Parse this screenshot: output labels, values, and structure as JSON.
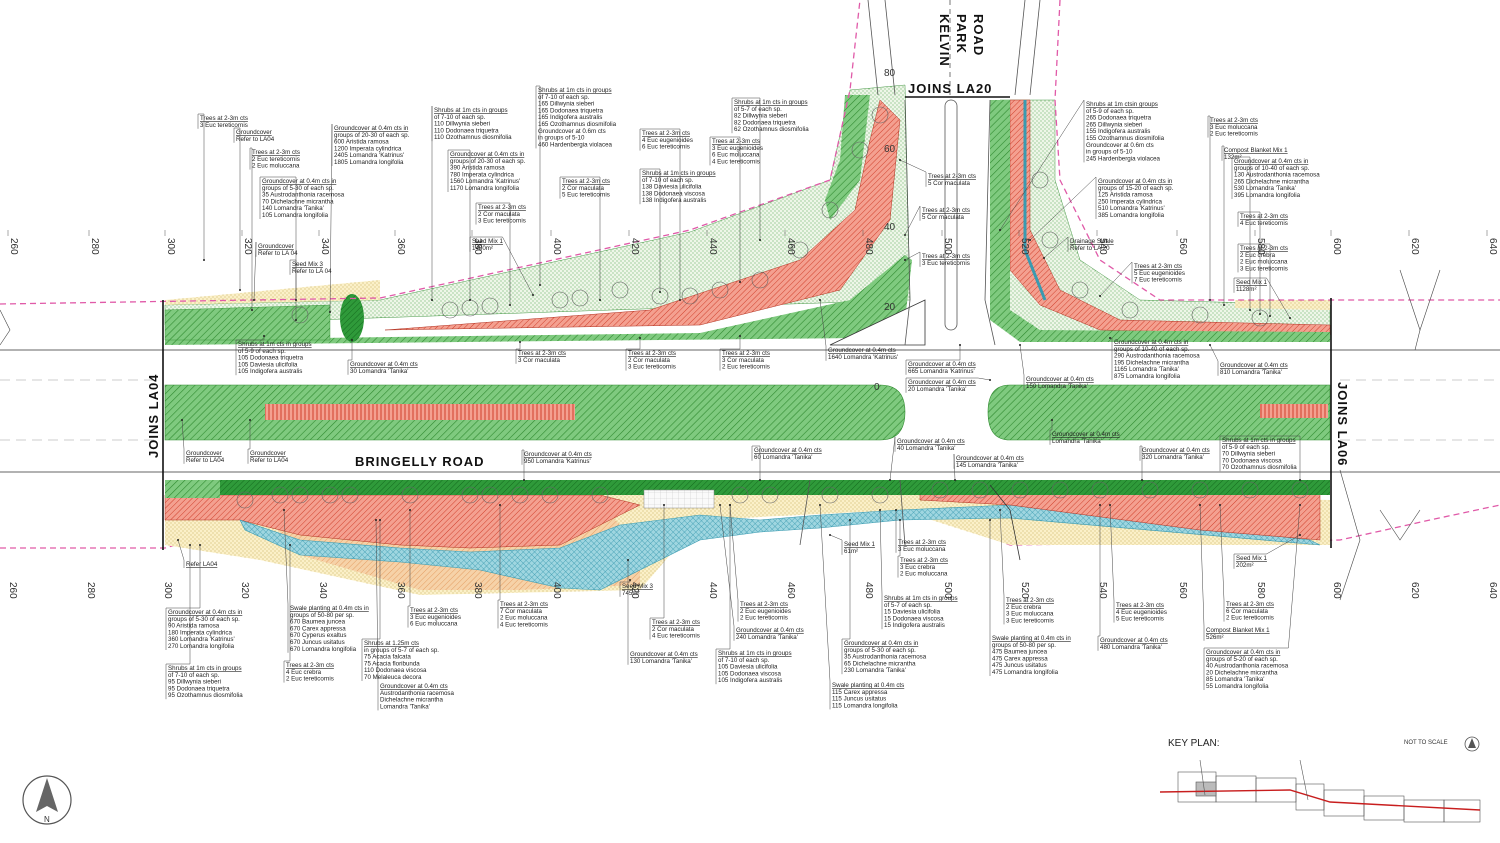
{
  "roads": {
    "bringelly": "BRINGELLY ROAD",
    "kelvin_1": "KELVIN",
    "kelvin_2": "PARK",
    "kelvin_3": "ROAD",
    "joins_la20": "JOINS LA20",
    "joins_la04": "JOINS LA04",
    "joins_la06": "JOINS LA06"
  },
  "chainages": {
    "top": [
      "260",
      "280",
      "300",
      "320",
      "340",
      "360",
      "380",
      "400",
      "420",
      "440",
      "460",
      "480",
      "500",
      "520",
      "540",
      "560",
      "580",
      "600",
      "620",
      "640"
    ],
    "bottom": [
      "260",
      "280",
      "300",
      "320",
      "340",
      "360",
      "380",
      "400",
      "420",
      "440",
      "460",
      "480",
      "500",
      "520",
      "540",
      "560",
      "580",
      "600",
      "620",
      "640"
    ],
    "kelvin": [
      "80",
      "60",
      "40",
      "20",
      "0"
    ]
  },
  "key_plan": {
    "title": "KEY PLAN:",
    "scale": "NOT TO SCALE"
  },
  "north_label": "N",
  "callouts": [
    {
      "id": "c1",
      "lines": [
        "Trees at 2-3m cts",
        "3 Euc tereticornis"
      ]
    },
    {
      "id": "c2",
      "lines": [
        "Groundcover",
        "Refer to LA04"
      ]
    },
    {
      "id": "c3",
      "lines": [
        "Trees at 2-3m cts",
        "2 Euc tereticornis",
        "2 Euc moluccana"
      ]
    },
    {
      "id": "c4",
      "lines": [
        "Groundcover at 0.4m cts in",
        "groups of 5-30 of each sp.",
        "35 Austrodanthonia racemosa",
        "70 Dichelachne micrantha",
        "140 Lomandra 'Tanika'",
        "105 Lomandra longifolia"
      ]
    },
    {
      "id": "c5",
      "lines": [
        "Groundcover at 0.4m cts in",
        "groups of 20-30 of each sp.",
        "600 Aristida ramosa",
        "1200 Imperata cylindrica",
        "2405 Lomandra 'Katrinus'",
        "1805 Lomandra longifolia"
      ]
    },
    {
      "id": "c6",
      "lines": [
        "Shrubs at 1m cts in groups",
        "of 7-10 of each sp.",
        "110 Dillwynia sieberi",
        "110 Dodonaea triquetra",
        "110 Ozothamnus diosmifolia"
      ]
    },
    {
      "id": "c7",
      "lines": [
        "Groundcover at 0.4m cts in",
        "groups of 20-30 of each sp.",
        "390 Aristida ramosa",
        "780 Imperata cylindrica",
        "1560 Lomandra 'Katrinus'",
        "1170 Lomandra longifolia"
      ]
    },
    {
      "id": "c8",
      "lines": [
        "Trees at 2-3m cts",
        "2 Cor maculata",
        "3 Euc tereticornis"
      ]
    },
    {
      "id": "c9",
      "lines": [
        "Seed Mix 1",
        "1480m²"
      ]
    },
    {
      "id": "c10",
      "lines": [
        "Shrubs at 1m cts in groups",
        "of 7-10 of each sp.",
        "165 Dillwynia sieberi",
        "165 Dodonaea triquetra",
        "165 Indigofera australis",
        "165 Ozothamnus diosmifolia",
        "Groundcover at 0.6m cts",
        "in groups of 5-10",
        "460 Hardenbergia violacea"
      ]
    },
    {
      "id": "c11",
      "lines": [
        "Trees at 2-3m cts",
        "2 Cor maculata",
        "5 Euc tereticornis"
      ]
    },
    {
      "id": "c12",
      "lines": [
        "Shrubs at 1m cts in groups",
        "of 7-10 of each sp.",
        "138 Daviesia ulicifolia",
        "138 Dodonaea viscosa",
        "138 Indigofera australis"
      ]
    },
    {
      "id": "c13",
      "lines": [
        "Trees at 2-3m cts",
        "4 Euc eugenioides",
        "6 Euc tereticornis"
      ]
    },
    {
      "id": "c14",
      "lines": [
        "Shrubs at 1m cts in groups",
        "of 5-7 of each sp.",
        "82 Dillwynia sieberi",
        "82 Dodonaea triquetra",
        "62 Ozothamnus diosmifolia"
      ]
    },
    {
      "id": "c15",
      "lines": [
        "Trees at 2-3m cts",
        "3 Euc eugenioides",
        "6 Euc moluccana",
        "4 Euc tereticornis"
      ]
    },
    {
      "id": "c16",
      "lines": [
        "Trees at 2-3m cts",
        "5 Cor maculata"
      ]
    },
    {
      "id": "c17",
      "lines": [
        "Trees at 2-3m cts",
        "5 Cor maculata"
      ]
    },
    {
      "id": "c18",
      "lines": [
        "Trees at 2-3m cts",
        "3 Euc tereticornis"
      ]
    },
    {
      "id": "c19",
      "lines": [
        "Shrubs at 1m ctsin groups",
        "of 5-9 of each sp.",
        "265 Dodonaea triquetra",
        "265 Dillwynia sieberi",
        "155 Indigofera australis",
        "155 Ozothamnus diosmifolia",
        "Groundcover at 0.6m cts",
        "in groups of 5-10",
        "245 Hardenbergia violacea"
      ]
    },
    {
      "id": "c20",
      "lines": [
        "Groundcover at 0.4m cts in",
        "groups of 15-20 of each sp.",
        "125 Aristida ramosa",
        "250 Imperata cylindrica",
        "510 Lomandra 'Katrinus'",
        "385 Lomandra longifolia"
      ]
    },
    {
      "id": "c21",
      "lines": [
        "Drainage Swale",
        "Refer to LA 20"
      ]
    },
    {
      "id": "c22",
      "lines": [
        "Trees at 2-3m cts",
        "5 Euc eugenioides",
        "7 Euc tereticornis"
      ]
    },
    {
      "id": "c23",
      "lines": [
        "Trees at 2-3m cts",
        "3 Euc moluccana",
        "2 Euc tereticornis"
      ]
    },
    {
      "id": "c24",
      "lines": [
        "Compost Blanket Mix 1",
        "132m²"
      ]
    },
    {
      "id": "c25",
      "lines": [
        "Groundcover at 0.4m cts in",
        "groups of 10-40 of each sp.",
        "130 Austrodanthonia racemosa",
        "265 Dichelachne micrantha",
        "530 Lomandra 'Tanika'",
        "395 Lomandra longifolia"
      ]
    },
    {
      "id": "c26",
      "lines": [
        "Trees at 2-3m cts",
        "4 Euc tereticornis"
      ]
    },
    {
      "id": "c27",
      "lines": [
        "Trees at 2-3m cts",
        "2 Euc crebra",
        "2 Euc moluccana",
        "3 Euc tereticornis"
      ]
    },
    {
      "id": "c28",
      "lines": [
        "Seed Mix 1",
        "1128m²"
      ]
    },
    {
      "id": "c29",
      "lines": [
        "Groundcover",
        "Refer to LA 04"
      ]
    },
    {
      "id": "c30",
      "lines": [
        "Seed Mix 3",
        "Refer to LA 04"
      ]
    },
    {
      "id": "c31",
      "lines": [
        "Shrubs at 1m cts in groups",
        "of 5-9 of each sp.",
        "105 Dodonaea triquetra",
        "105 Daviesia ulicifolia",
        "105 Indigofera australis"
      ]
    },
    {
      "id": "c32",
      "lines": [
        "Groundcover at 0.4m cts",
        "30 Lomandra 'Tanika'"
      ]
    },
    {
      "id": "c33",
      "lines": [
        "Trees at 2-3m cts",
        "3 Cor maculata"
      ]
    },
    {
      "id": "c34",
      "lines": [
        "Trees at 2-3m cts",
        "2 Cor maculata",
        "3 Euc tereticornis"
      ]
    },
    {
      "id": "c35",
      "lines": [
        "Trees at 2-3m cts",
        "3 Cor maculata",
        "2 Euc tereticornis"
      ]
    },
    {
      "id": "c36",
      "lines": [
        "Groundcover at 0.4m cts",
        "1640 Lomandra 'Katrinus'"
      ]
    },
    {
      "id": "c37",
      "lines": [
        "Groundcover at 0.4m cts",
        "665 Lomandra 'Katrinus'"
      ]
    },
    {
      "id": "c38",
      "lines": [
        "Groundcover at 0.4m cts",
        "20 Lomandra 'Tanika'"
      ]
    },
    {
      "id": "c39",
      "lines": [
        "Groundcover at 0.4m cts",
        "150 Lomandra 'Tanika'"
      ]
    },
    {
      "id": "c40",
      "lines": [
        "Groundcover at 0.4m cts in",
        "groups of 10-40 of each sp.",
        "290 Austrodanthonia racemosa",
        "195 Dichelachne micrantha",
        "1165 Lomandra 'Tanika'",
        "875 Lomandra longifolia"
      ]
    },
    {
      "id": "c41",
      "lines": [
        "Groundcover at 0.4m cts",
        "810 Lomandra 'Tanika'"
      ]
    },
    {
      "id": "c42",
      "lines": [
        "Groundcover",
        "Refer to LA04"
      ]
    },
    {
      "id": "c43",
      "lines": [
        "Groundcover",
        "Refer to LA04"
      ]
    },
    {
      "id": "c44",
      "lines": [
        "Groundcover at 0.4m cts",
        "950 Lomandra 'Katrinus'"
      ]
    },
    {
      "id": "c45",
      "lines": [
        "Groundcover at 0.4m cts",
        "60 Lomandra 'Tanika'"
      ]
    },
    {
      "id": "c46",
      "lines": [
        "Groundcover at 0.4m cts",
        "40 Lomandra 'Tanika'"
      ]
    },
    {
      "id": "c47",
      "lines": [
        "Groundcover at 0.4m cts",
        "145 Lomandra 'Tanika'"
      ]
    },
    {
      "id": "c48",
      "lines": [
        "Groundcover at 0.4m cts",
        "Lomandra 'Tanika'"
      ]
    },
    {
      "id": "c49",
      "lines": [
        "Groundcover at 0.4m cts",
        "320 Lomandra 'Tanika'"
      ]
    },
    {
      "id": "c50",
      "lines": [
        "Shrubs at 1m cts in groups",
        "of 5-9 of each sp.",
        "70 Dillwynia sieberi",
        "70 Dodonaea viscosa",
        "70 Ozothamnus diosmifolia"
      ]
    },
    {
      "id": "c51",
      "lines": [
        "Refer LA04"
      ]
    },
    {
      "id": "c52",
      "lines": [
        "Groundcover at 0.4m cts in",
        "groups of 5-30 of each sp.",
        "90 Aristida ramosa",
        "180 Imperata cylindrica",
        "360 Lomandra 'Katrinus'",
        "270 Lomandra longifolia"
      ]
    },
    {
      "id": "c53",
      "lines": [
        "Shrubs at 1m cts in groups",
        "of 7-10 of each sp.",
        "95 Dillwynia sieberi",
        "95 Dodonaea triquetra",
        "95 Ozothamnus diosmifolia"
      ]
    },
    {
      "id": "c54",
      "lines": [
        "Trees at 2-3m cts",
        "4 Euc crebra",
        "2 Euc tereticornis"
      ]
    },
    {
      "id": "c55",
      "lines": [
        "Swale planting at 0.4m cts in",
        "groups of 50-80 per sp.",
        "670 Baumea juncea",
        "670 Carex appressa",
        "670 Cyperus exaltus",
        "670 Juncus usitatus",
        "670 Lomandra longifolia"
      ]
    },
    {
      "id": "c56",
      "lines": [
        "Groundcover at 0.4m cts",
        "Austrodanthonia racemosa",
        "Dichelachne micrantha",
        "Lomandra 'Tanika'"
      ]
    },
    {
      "id": "c57",
      "lines": [
        "Shrubs at 1.25m cts",
        "in groups of 5-7 of each sp.",
        "75 Acacia falcata",
        "75 Acacia floribunda",
        "110 Dodonaea viscosa",
        "70 Melaleuca decora"
      ]
    },
    {
      "id": "c58",
      "lines": [
        "Trees at 2-3m cts",
        "3 Euc eugenioides",
        "6 Euc moluccana"
      ]
    },
    {
      "id": "c59",
      "lines": [
        "Trees at 2-3m cts",
        "7 Cor maculata",
        "2 Euc moluccana",
        "4 Euc tereticornis"
      ]
    },
    {
      "id": "c60",
      "lines": [
        "Seed Mix 3",
        "745m²"
      ]
    },
    {
      "id": "c61",
      "lines": [
        "Trees at 2-3m cts",
        "2 Cor maculata",
        "4 Euc tereticornis"
      ]
    },
    {
      "id": "c62",
      "lines": [
        "Groundcover at 0.4m cts",
        "130 Lomandra 'Tanika'"
      ]
    },
    {
      "id": "c63",
      "lines": [
        "Trees at 2-3m cts",
        "2 Euc eugenioides",
        "2 Euc tereticornis"
      ]
    },
    {
      "id": "c64",
      "lines": [
        "Groundcover at 0.4m cts",
        "240 Lomandra 'Tanika'"
      ]
    },
    {
      "id": "c65",
      "lines": [
        "Shrubs at 1m cts in groups",
        "of 7-10 of each sp.",
        "105 Daviesia ulicifolia",
        "105 Dodonaea viscosa",
        "105 Indigofera australis"
      ]
    },
    {
      "id": "c66",
      "lines": [
        "Seed Mix 1",
        "61m²"
      ]
    },
    {
      "id": "c67",
      "lines": [
        "Trees at 2-3m cts",
        "3 Euc moluccana"
      ]
    },
    {
      "id": "c68",
      "lines": [
        "Trees at 2-3m cts",
        "3 Euc crebra",
        "2 Euc moluccana"
      ]
    },
    {
      "id": "c69",
      "lines": [
        "Shrubs at 1m cts in groups",
        "of 5-7 of each sp.",
        "15 Daviesia ulicifolia",
        "15 Dodonaea viscosa",
        "15 Indigofera australis"
      ]
    },
    {
      "id": "c70",
      "lines": [
        "Groundcover at 0.4m cts in",
        "groups of 5-30 of each sp.",
        "35 Austrodanthonia racemosa",
        "65 Dichelachne micrantha",
        "230 Lomandra 'Tanika'"
      ]
    },
    {
      "id": "c71",
      "lines": [
        "Swale planting at 0.4m cts",
        "115 Carex appressa",
        "115 Juncus usitatus",
        "115 Lomandra longifolia"
      ]
    },
    {
      "id": "c72",
      "lines": [
        "Trees at 2-3m cts",
        "2 Euc crebra",
        "3 Euc moluccana",
        "3 Euc tereticornis"
      ]
    },
    {
      "id": "c73",
      "lines": [
        "Swale planting at 0.4m cts in",
        "groups of 50-80 per sp.",
        "475 Baumea juncea",
        "475 Carex appressa",
        "475 Juncus usitatus",
        "475 Lomandra longifolia"
      ]
    },
    {
      "id": "c74",
      "lines": [
        "Trees at 2-3m cts",
        "4 Euc eugenioides",
        "5 Euc tereticornis"
      ]
    },
    {
      "id": "c75",
      "lines": [
        "Groundcover at 0.4m cts",
        "480 Lomandra 'Tanika'"
      ]
    },
    {
      "id": "c76",
      "lines": [
        "Seed Mix 1",
        "202m²"
      ]
    },
    {
      "id": "c77",
      "lines": [
        "Trees at 2-3m cts",
        "6 Cor maculata",
        "2 Euc tereticornis"
      ]
    },
    {
      "id": "c78",
      "lines": [
        "Compost Blanket Mix 1",
        "526m²"
      ]
    },
    {
      "id": "c79",
      "lines": [
        "Groundcover at 0.4m cts in",
        "groups of 5-20 of each sp.",
        "40 Austrodanthonia racemosa",
        "20 Dichelachne micrantha",
        "85 Lomandra 'Tanika'",
        "55 Lomandra longifolia"
      ]
    }
  ]
}
